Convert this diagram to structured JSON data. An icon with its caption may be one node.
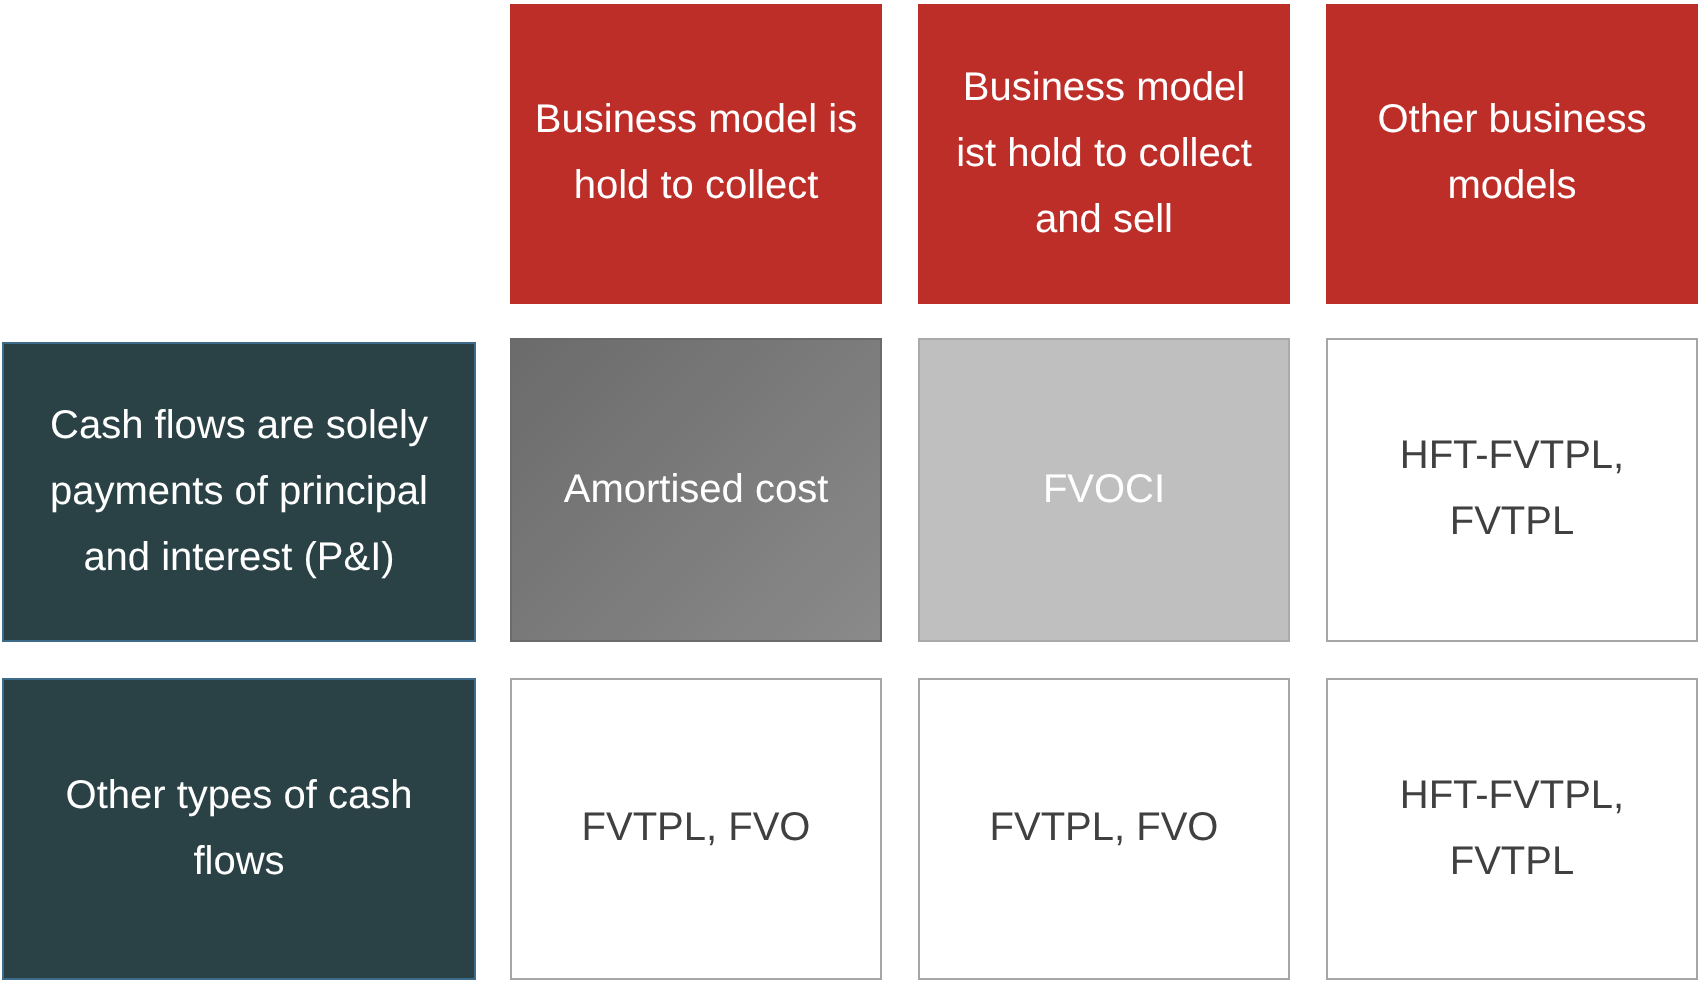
{
  "diagram": {
    "nodes": [
      {
        "text": [
          "Business model is hold to collect"
        ]
      },
      {
        "text": [
          "Business model ist hold to collect and sell"
        ]
      },
      {
        "text": [
          "Other business models"
        ]
      },
      {
        "text": [
          "Cash flows are solely payments of principal and interest (P&I)"
        ]
      },
      {
        "text": [
          "Amortised cost"
        ]
      },
      {
        "text": [
          "FVOCI"
        ]
      },
      {
        "text": [
          "HFT-FVTPL, FVTPL"
        ]
      },
      {
        "text": [
          "Other types of cash flows"
        ]
      },
      {
        "text": [
          "FVTPL, FVO"
        ]
      },
      {
        "text": [
          "FVTPL, FVO"
        ]
      },
      {
        "text": [
          "HFT-FVTPL, FVTPL"
        ]
      }
    ]
  }
}
